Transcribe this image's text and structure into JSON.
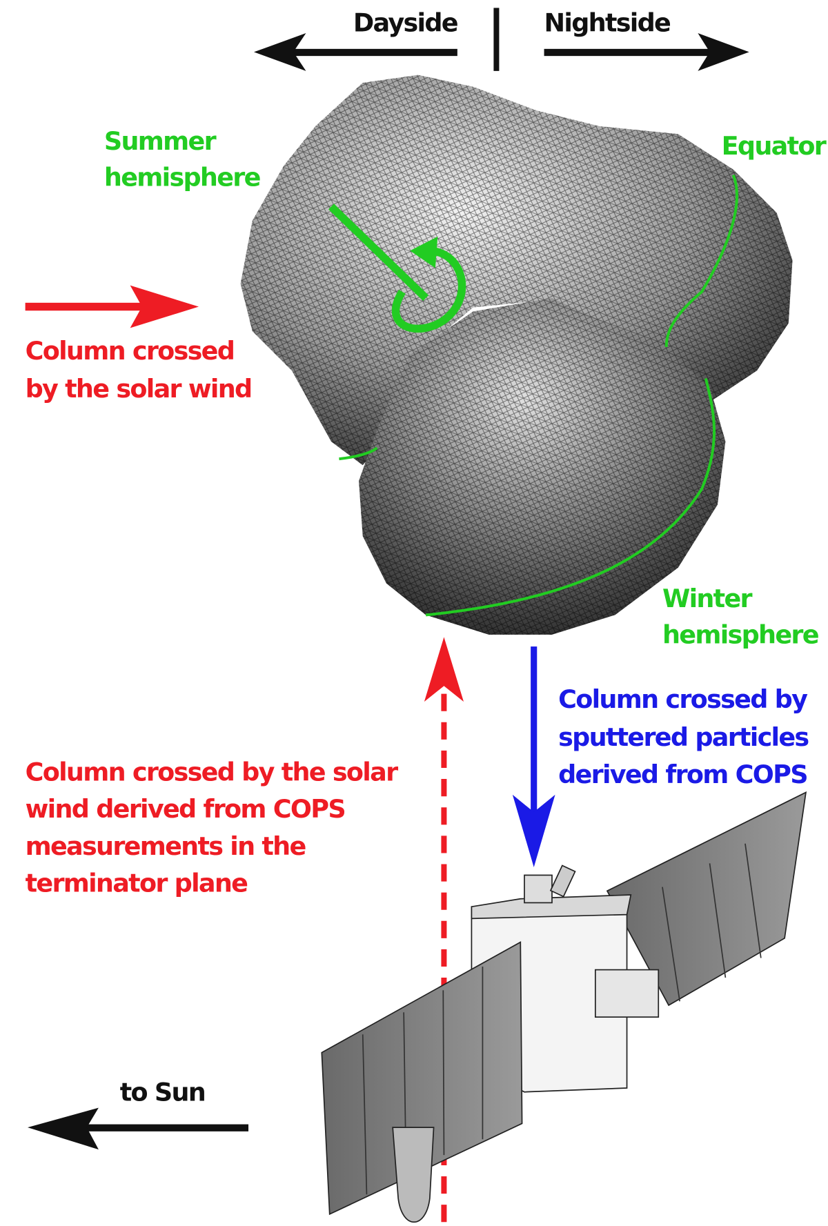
{
  "header": {
    "dayside": "Dayside",
    "nightside": "Nightside"
  },
  "labels": {
    "summer": [
      "Summer",
      "hemisphere"
    ],
    "equator": "Equator",
    "winter": [
      "Winter",
      "hemisphere"
    ],
    "solar_wind": [
      "Column crossed",
      "by the solar wind"
    ],
    "sputtered": [
      "Column crossed by",
      "sputtered particles",
      "derived from COPS"
    ],
    "cops_solar": [
      "Column crossed by the solar",
      "wind derived from COPS",
      "measurements in the",
      "terminator plane"
    ],
    "to_sun": "to Sun"
  },
  "colors": {
    "red": "#ee1c24",
    "green": "#22cc22",
    "blue": "#1a1ae6",
    "black": "#111111"
  }
}
